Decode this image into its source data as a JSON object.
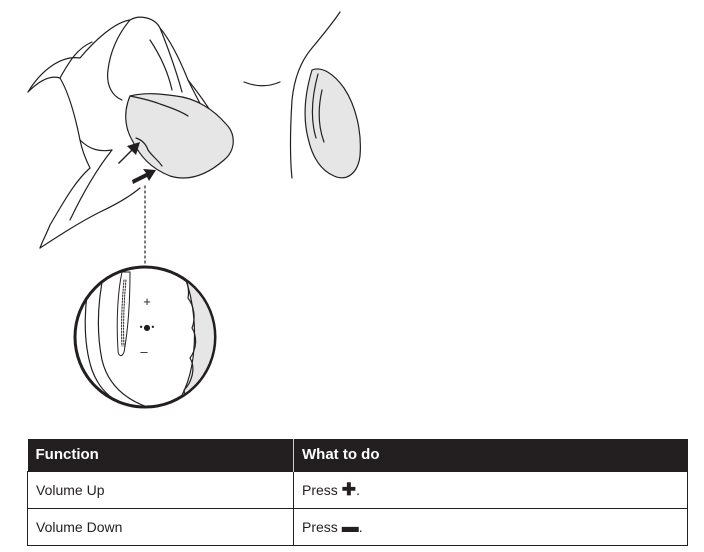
{
  "illustration": {
    "zoom_labels": {
      "plus": "+",
      "multi": "•●•",
      "minus": "–"
    }
  },
  "table": {
    "headers": [
      "Function",
      "What to do"
    ],
    "rows": [
      {
        "function": "Volume Up",
        "action_prefix": "Press ",
        "action_glyph": "✚",
        "action_suffix": "."
      },
      {
        "function": "Volume Down",
        "action_prefix": "Press ",
        "action_glyph": "▬",
        "action_suffix": "."
      }
    ],
    "header_color": "#231f20"
  }
}
